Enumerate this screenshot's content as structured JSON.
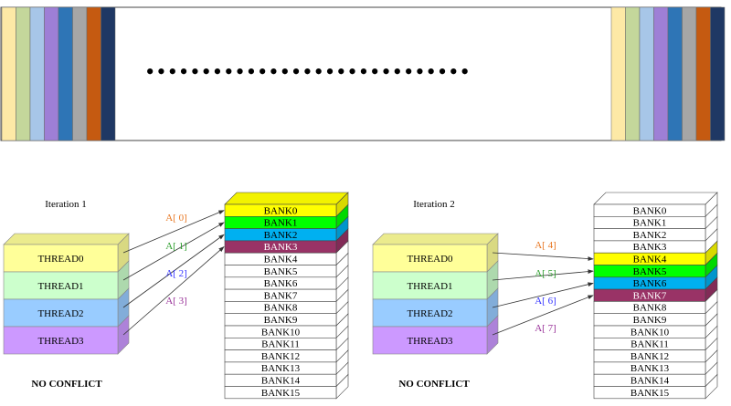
{
  "top_banner": {
    "dots": "•••••••••••••••••••••••••••••",
    "stripe_colors_left": [
      "#fde9a6",
      "#c4d79b",
      "#a7c6e8",
      "#9e7fd6",
      "#2e75b6",
      "#a6a6a6",
      "#c55a11",
      "#1f3864"
    ],
    "stripe_colors_right": [
      "#fde9a6",
      "#c4d79b",
      "#a7c6e8",
      "#9e7fd6",
      "#2e75b6",
      "#a6a6a6",
      "#c55a11",
      "#1f3864"
    ]
  },
  "iteration1": {
    "title": "Iteration 1",
    "threads": [
      "THREAD0",
      "THREAD1",
      "THREAD2",
      "THREAD3"
    ],
    "thread_colors": [
      "#ffff99",
      "#ccffcc",
      "#99ccff",
      "#cc99ff"
    ],
    "accesses": [
      {
        "label": "A[ 0]",
        "color": "#e87722"
      },
      {
        "label": "A[ 1]",
        "color": "#2e9e2e"
      },
      {
        "label": "A[ 2]",
        "color": "#3333ff"
      },
      {
        "label": "A[ 3]",
        "color": "#993399"
      }
    ],
    "banks": [
      "BANK0",
      "BANK1",
      "BANK2",
      "BANK3",
      "BANK4",
      "BANK5",
      "BANK6",
      "BANK7",
      "BANK8",
      "BANK9",
      "BANK10",
      "BANK11",
      "BANK12",
      "BANK13",
      "BANK14",
      "BANK15"
    ],
    "highlight_start": 0,
    "result": "NO CONFLICT"
  },
  "iteration2": {
    "title": "Iteration 2",
    "threads": [
      "THREAD0",
      "THREAD1",
      "THREAD2",
      "THREAD3"
    ],
    "thread_colors": [
      "#ffff99",
      "#ccffcc",
      "#99ccff",
      "#cc99ff"
    ],
    "accesses": [
      {
        "label": "A[ 4]",
        "color": "#e87722"
      },
      {
        "label": "A[ 5]",
        "color": "#2e9e2e"
      },
      {
        "label": "A[ 6]",
        "color": "#3333ff"
      },
      {
        "label": "A[ 7]",
        "color": "#993399"
      }
    ],
    "banks": [
      "BANK0",
      "BANK1",
      "BANK2",
      "BANK3",
      "BANK4",
      "BANK5",
      "BANK6",
      "BANK7",
      "BANK8",
      "BANK9",
      "BANK10",
      "BANK11",
      "BANK12",
      "BANK13",
      "BANK14",
      "BANK15"
    ],
    "highlight_start": 4,
    "result": "NO CONFLICT"
  },
  "highlight_colors": [
    "#ffff00",
    "#00ff00",
    "#00b0f0",
    "#993366"
  ]
}
